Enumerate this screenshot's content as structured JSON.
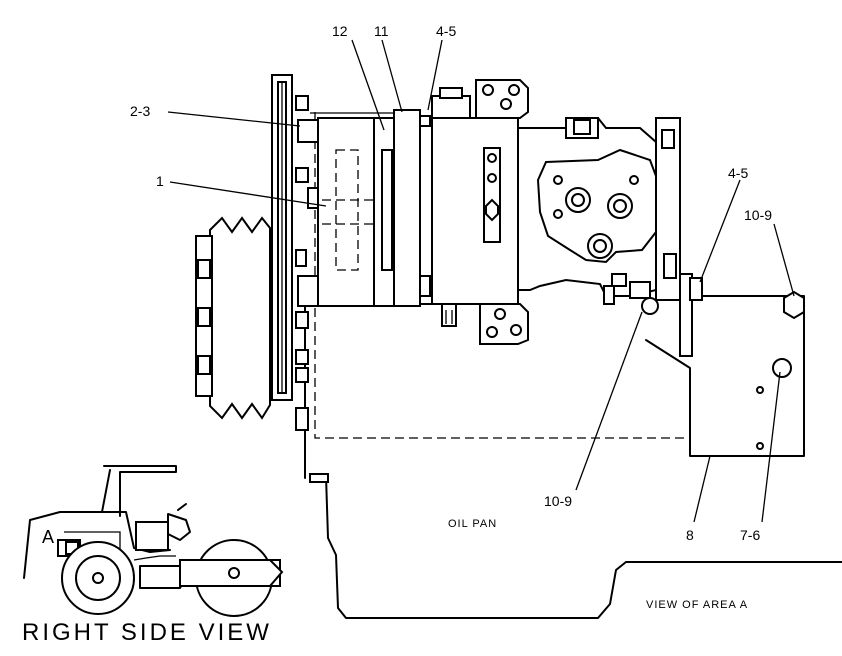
{
  "callouts": {
    "c12": "12",
    "c11": "11",
    "c45_top": "4-5",
    "c23": "2-3",
    "c1": "1",
    "c45_right": "4-5",
    "c109_right": "10-9",
    "c109_bottom": "10-9",
    "c8": "8",
    "c76": "7-6"
  },
  "labels": {
    "oil_pan": "OIL PAN",
    "view_of_area": "VIEW OF AREA A",
    "right_side_view": "RIGHT SIDE VIEW",
    "area_marker": "A"
  }
}
